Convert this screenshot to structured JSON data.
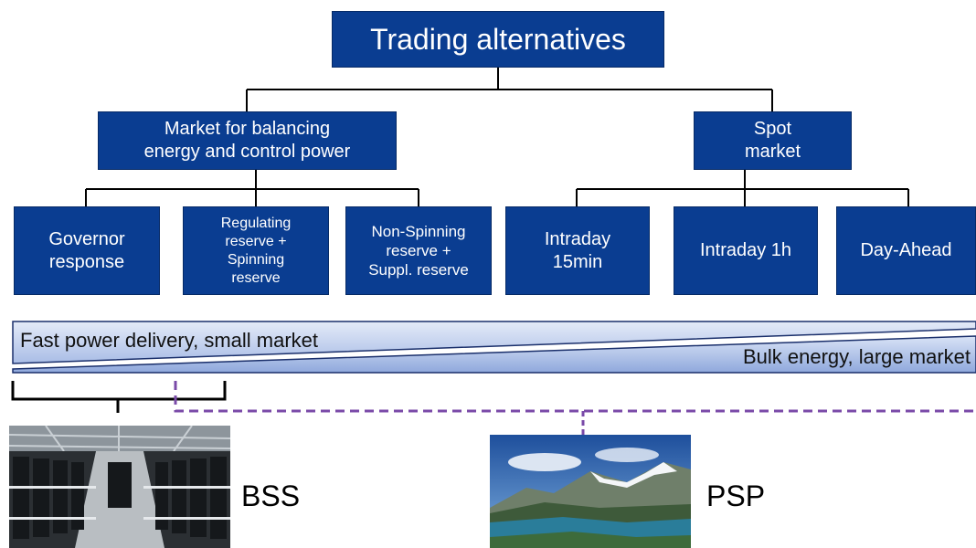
{
  "diagram": {
    "root": "Trading alternatives",
    "branches": [
      {
        "label": "Market for balancing\nenergy and control power",
        "children": [
          "Governor\nresponse",
          "Regulating\nreserve +\nSpinning\nreserve",
          "Non-Spinning\nreserve +\nSuppl. reserve"
        ]
      },
      {
        "label": "Spot\nmarket",
        "children": [
          "Intraday\n15min",
          "Intraday  1h",
          "Day-Ahead"
        ]
      }
    ]
  },
  "scale": {
    "left_caption": "Fast power delivery, small market",
    "right_caption": "Bulk energy, large market"
  },
  "assets": {
    "bss": "BSS",
    "psp": "PSP"
  },
  "colors": {
    "box": "#0a3d91",
    "wedge_light": "#c5d3ee",
    "wedge_dark": "#8fa8dc",
    "dashed": "#7a4aa8"
  }
}
